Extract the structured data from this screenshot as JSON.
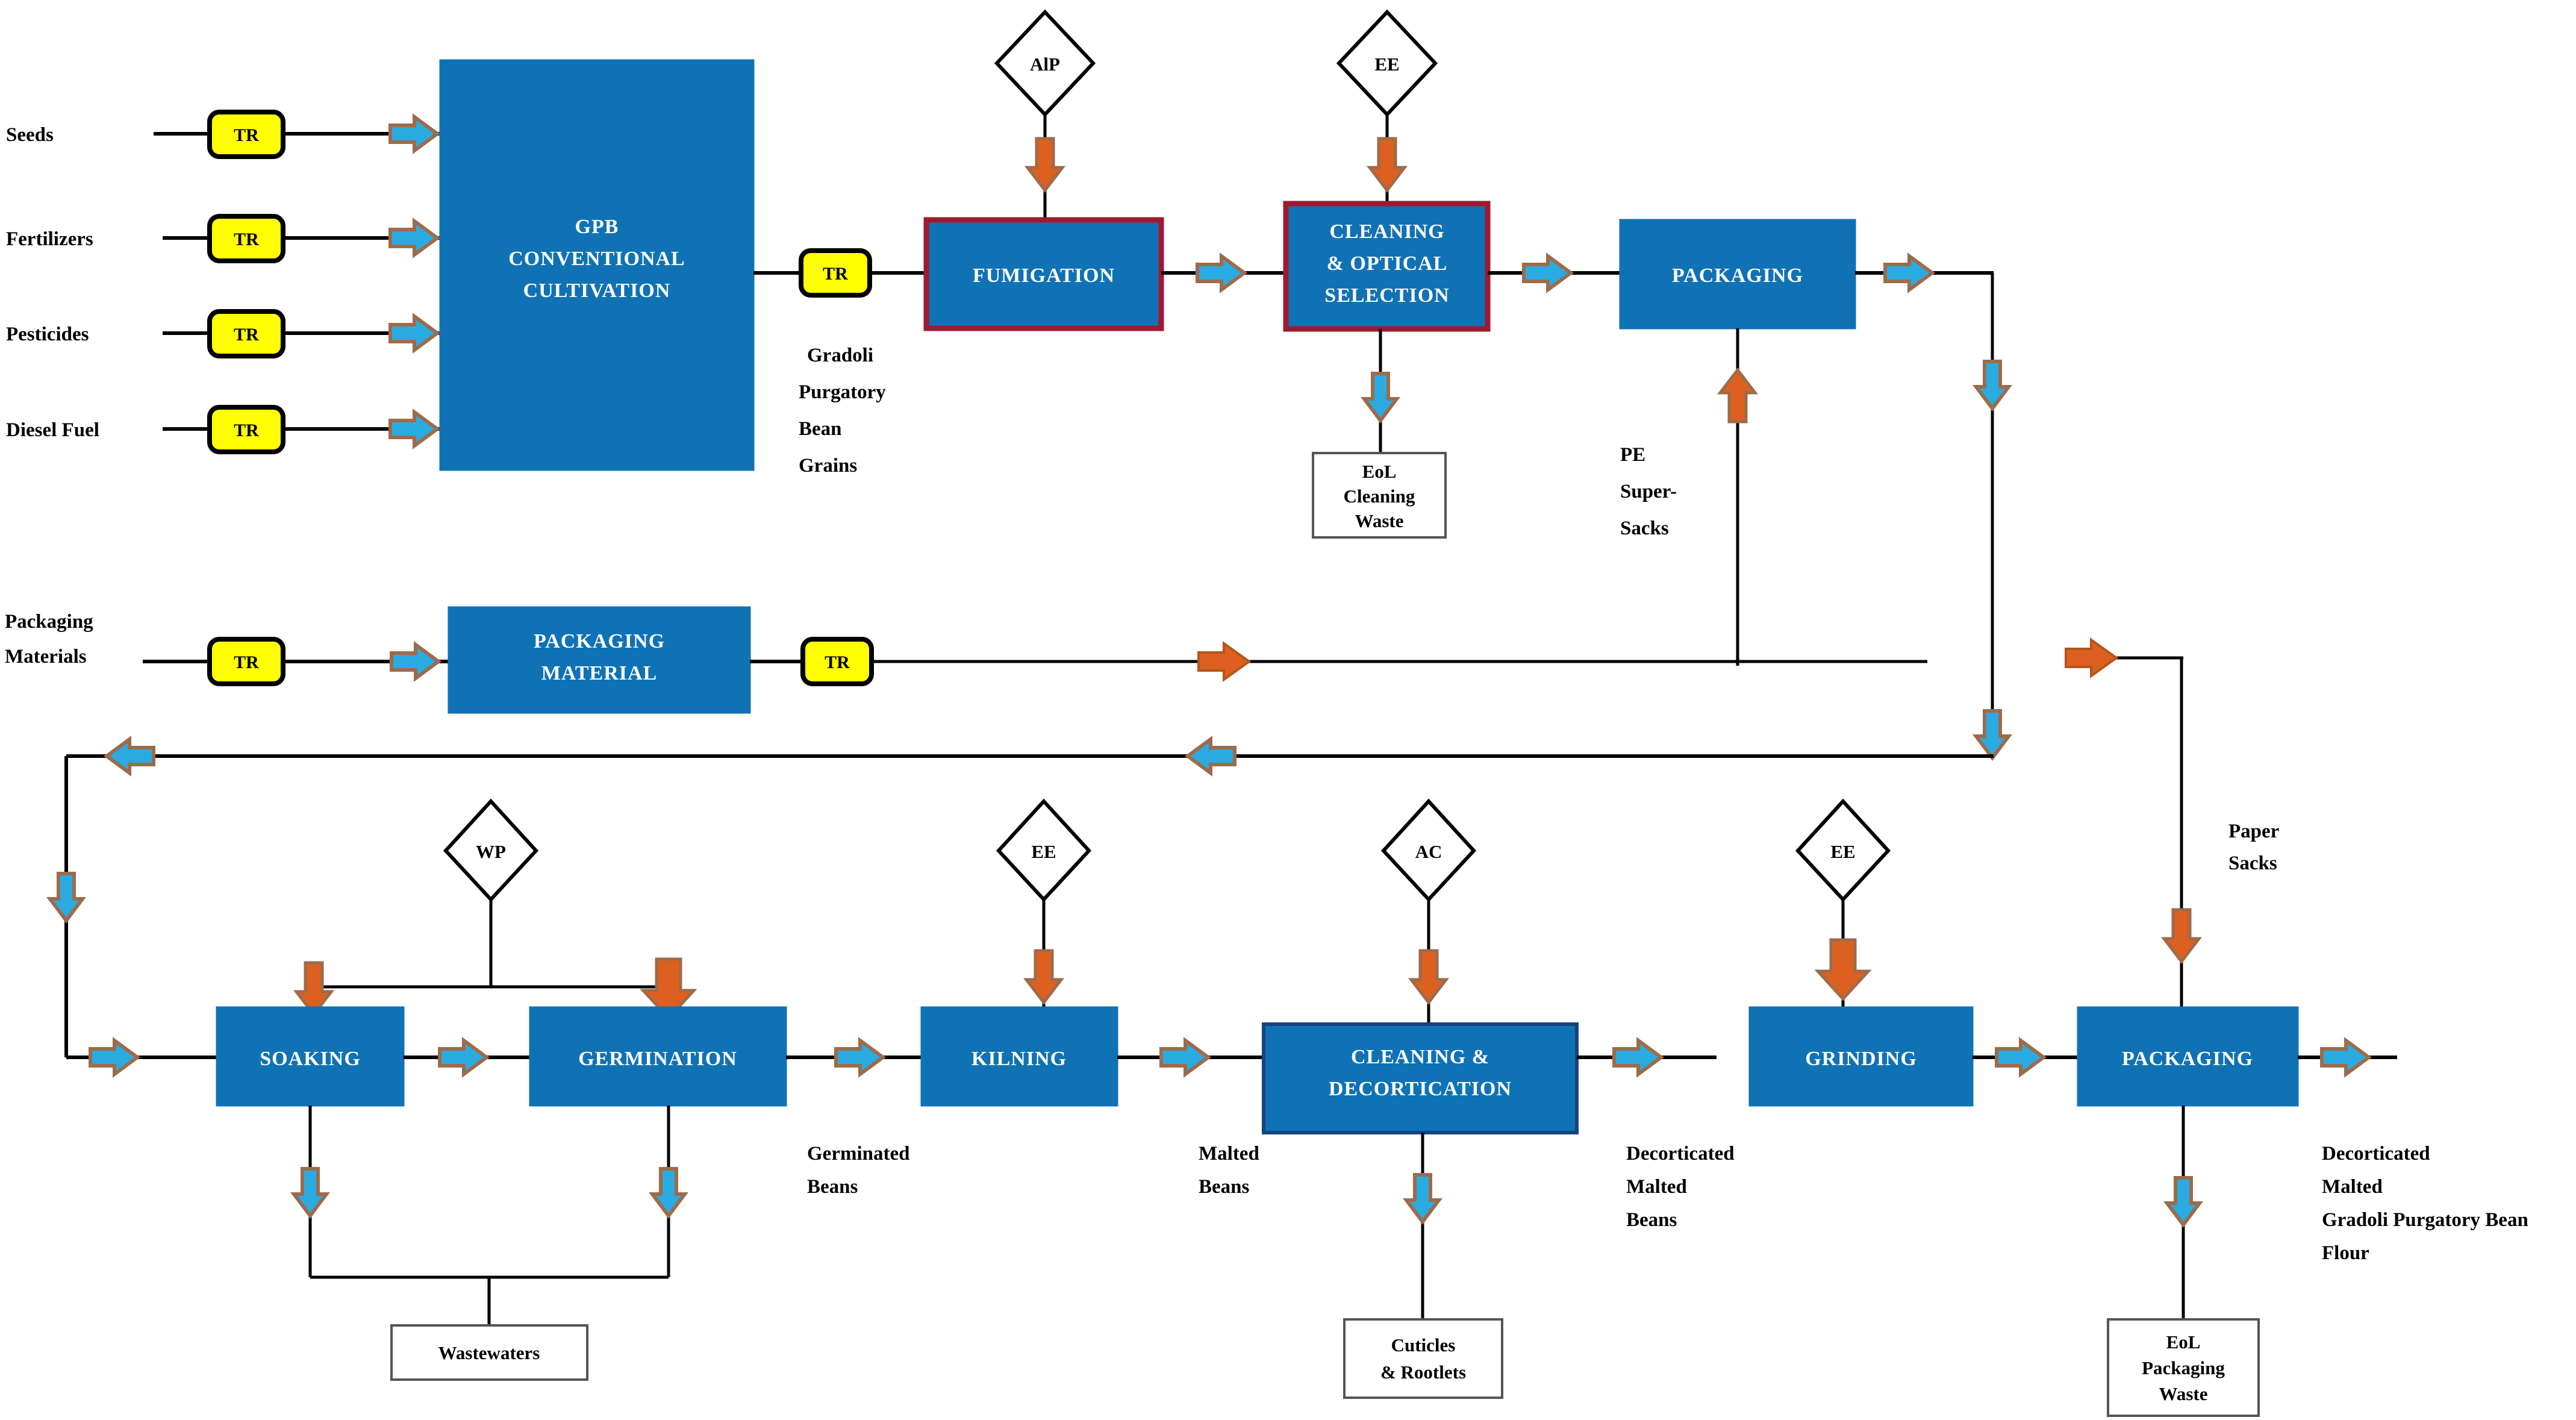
{
  "diagram": {
    "title": "Gradoli Purgatory Bean malted flour production flow diagram",
    "colors": {
      "process_fill": "#0f72b5",
      "process_text": "#ffffff",
      "transport_fill": "#ffff00",
      "transport_border": "#000000",
      "highlight_border": "#9e1a30",
      "arrow_blue": "#29abe2",
      "arrow_orange": "#dd6020",
      "arrow_outline": "#9e6b4a",
      "line": "#000000",
      "eol_box_fill": "#ffffff",
      "eol_box_border": "#555555"
    }
  },
  "inputs": [
    {
      "label": "Seeds"
    },
    {
      "label": "Fertilizers"
    },
    {
      "label": "Pesticides"
    },
    {
      "label": "Diesel Fuel"
    },
    {
      "label": "Packaging\nMaterials"
    }
  ],
  "input_lines": {
    "seeds": "Seeds",
    "fertilizers": "Fertilizers",
    "pesticides": "Pesticides",
    "diesel": "Diesel Fuel",
    "packaging_materials_l1": "Packaging",
    "packaging_materials_l2": "Materials"
  },
  "transport_nodes": [
    {
      "id": "tr-seeds",
      "label": "TR"
    },
    {
      "id": "tr-fertilizers",
      "label": "TR"
    },
    {
      "id": "tr-pesticides",
      "label": "TR"
    },
    {
      "id": "tr-diesel",
      "label": "TR"
    },
    {
      "id": "tr-grains",
      "label": "TR"
    },
    {
      "id": "tr-pack-in",
      "label": "TR"
    },
    {
      "id": "tr-pack-out",
      "label": "TR"
    }
  ],
  "processes": {
    "cultivation": {
      "l1": "GPB",
      "l2": "CONVENTIONAL",
      "l3": "CULTIVATION"
    },
    "fumigation": {
      "l1": "FUMIGATION"
    },
    "cleaning_optical": {
      "l1": "CLEANING",
      "l2": "& OPTICAL",
      "l3": "SELECTION"
    },
    "packaging_top": {
      "l1": "PACKAGING"
    },
    "packaging_material": {
      "l1": "PACKAGING",
      "l2": "MATERIAL"
    },
    "soaking": {
      "l1": "SOAKING"
    },
    "germination": {
      "l1": "GERMINATION"
    },
    "kilning": {
      "l1": "KILNING"
    },
    "cleaning_decortication": {
      "l1": "CLEANING &",
      "l2": "DECORTICATION"
    },
    "grinding": {
      "l1": "GRINDING"
    },
    "packaging_bottom": {
      "l1": "PACKAGING"
    }
  },
  "resource_diamonds": [
    {
      "id": "alp-fumigation",
      "label": "AlP"
    },
    {
      "id": "ee-cleaning-optical",
      "label": "EE"
    },
    {
      "id": "wp-soaking-germination",
      "label": "WP"
    },
    {
      "id": "ee-kilning",
      "label": "EE"
    },
    {
      "id": "ac-cleaning-decortication",
      "label": "AC"
    },
    {
      "id": "ee-grinding",
      "label": "EE"
    }
  ],
  "eol_boxes": [
    {
      "id": "eol-cleaning-waste",
      "l1": "EoL",
      "l2": "Cleaning",
      "l3": "Waste"
    },
    {
      "id": "wastewaters",
      "l1": "Wastewaters"
    },
    {
      "id": "cuticles-rootlets",
      "l1": "Cuticles",
      "l2": "& Rootlets"
    },
    {
      "id": "eol-packaging-waste",
      "l1": "EoL",
      "l2": "Packaging",
      "l3": "Waste"
    }
  ],
  "flow_labels": {
    "gpb_grains": {
      "l1": "Gradoli",
      "l2": "Purgatory",
      "l3": "Bean",
      "l4": "Grains"
    },
    "pe_super_sacks": {
      "l1": "PE",
      "l2": "Super-",
      "l3": "Sacks"
    },
    "paper_sacks": {
      "l1": "Paper",
      "l2": "Sacks"
    },
    "germinated_beans": {
      "l1": "Germinated",
      "l2": "Beans"
    },
    "malted_beans": {
      "l1": "Malted",
      "l2": "Beans"
    },
    "decorticated_malted_beans": {
      "l1": "Decorticated",
      "l2": "Malted",
      "l3": "Beans"
    },
    "final_product": {
      "l1": "Decorticated",
      "l2": "Malted",
      "l3": "Gradoli Purgatory Bean",
      "l4": "Flour"
    }
  }
}
